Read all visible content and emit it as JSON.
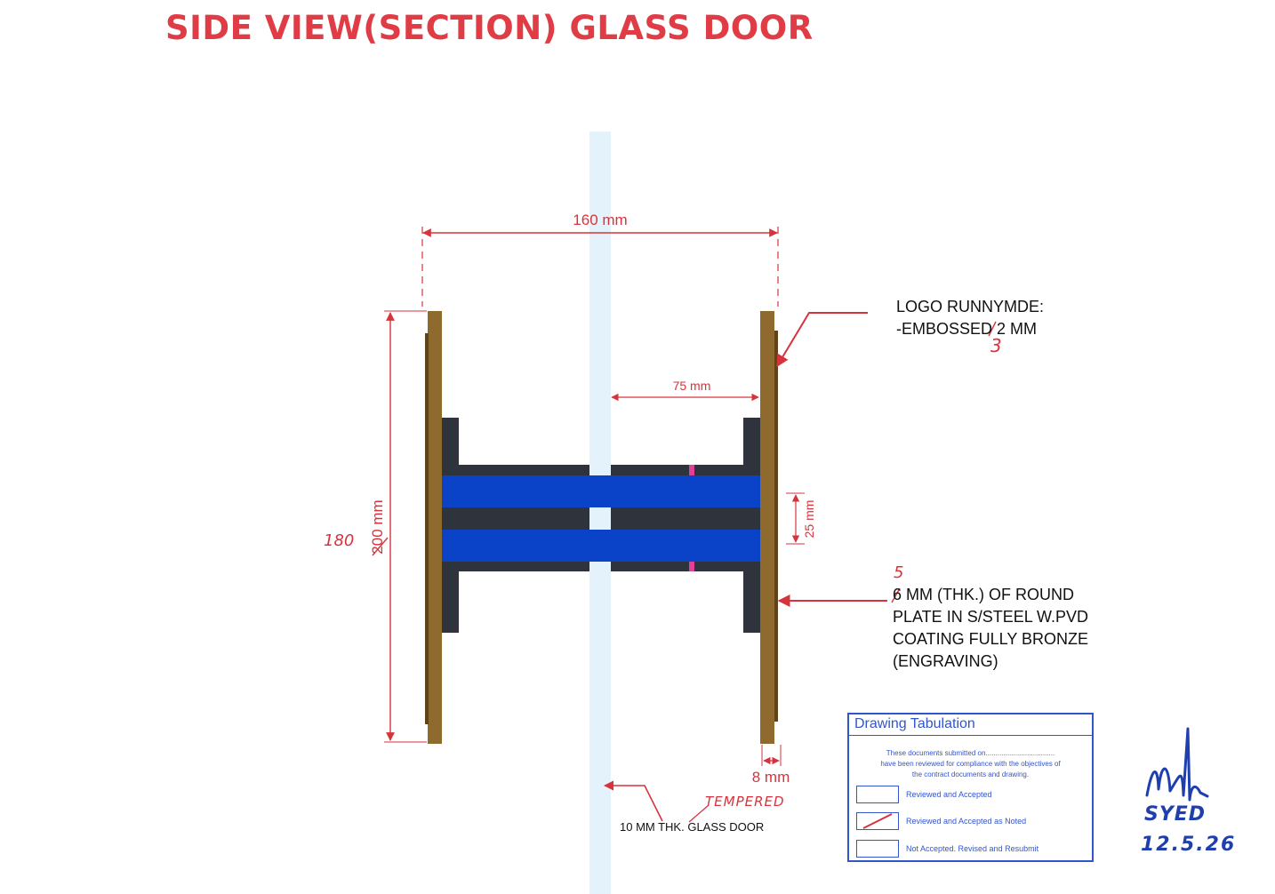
{
  "title": "SIDE VIEW(SECTION) GLASS DOOR",
  "colors": {
    "title": "#e03c46",
    "dimension": "#d6343c",
    "bronze": "#8f6a2e",
    "bronze_edge": "#5e431b",
    "dark_steel": "#2f333b",
    "blue_bar": "#0a43c8",
    "glass": "#e3f2fb",
    "stamp_blue": "#3355cc",
    "pink_mark": "#e0409a",
    "signature_blue": "#1f3fae"
  },
  "dimensions": {
    "overall_width": "160 mm",
    "height": "200 mm",
    "half_width": "75 mm",
    "bar_spacing": "25 mm",
    "plate_thickness": "8 mm"
  },
  "annotations": {
    "logo": [
      "LOGO RUNNYMDE:",
      "-EMBOSSED 2 MM"
    ],
    "plate": [
      "6 MM (THK.) OF ROUND",
      "PLATE IN S/STEEL W.PVD",
      "COATING FULLY  BRONZE",
      "(ENGRAVING)"
    ],
    "glass": "10 MM THK. GLASS DOOR"
  },
  "handwritten": {
    "height_correction": "180",
    "embossed_correction": "3",
    "thickness_correction": "5",
    "glass_note": "TEMPERED",
    "reviewer_name": "SYED",
    "review_date": "12.5.26"
  },
  "stamp": {
    "title": "Drawing Tabulation",
    "body_line1": "These documents submitted on...................................",
    "body_line2": "have been reviewed for compliance with the objectives of",
    "body_line3": "the contract documents and drawing.",
    "options": [
      {
        "label": "Reviewed and Accepted",
        "checked": false
      },
      {
        "label": "Reviewed and Accepted as Noted",
        "checked": true
      },
      {
        "label": "Not Accepted. Revised and Resubmit",
        "checked": false
      }
    ]
  }
}
